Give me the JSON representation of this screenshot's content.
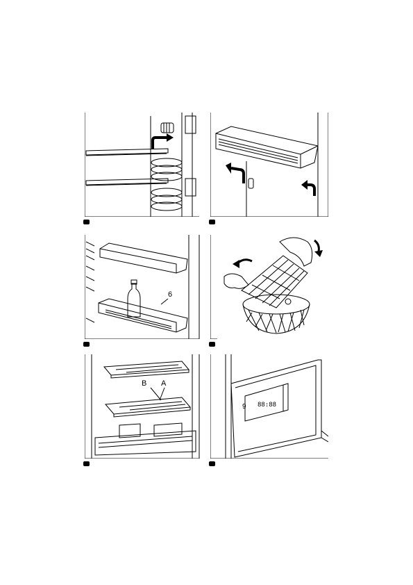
{
  "figures": [
    {
      "id": "fig1",
      "labels": []
    },
    {
      "id": "fig2",
      "labels": []
    },
    {
      "id": "fig3",
      "labels": [
        "6"
      ]
    },
    {
      "id": "fig4",
      "labels": []
    },
    {
      "id": "fig5",
      "labels": [
        "B",
        "A"
      ]
    },
    {
      "id": "fig6",
      "labels": [
        "9"
      ]
    }
  ],
  "fig3_label": "6",
  "fig5_label_b": "B",
  "fig5_label_a": "A",
  "fig6_label": "9",
  "fig6_display": "88:88"
}
